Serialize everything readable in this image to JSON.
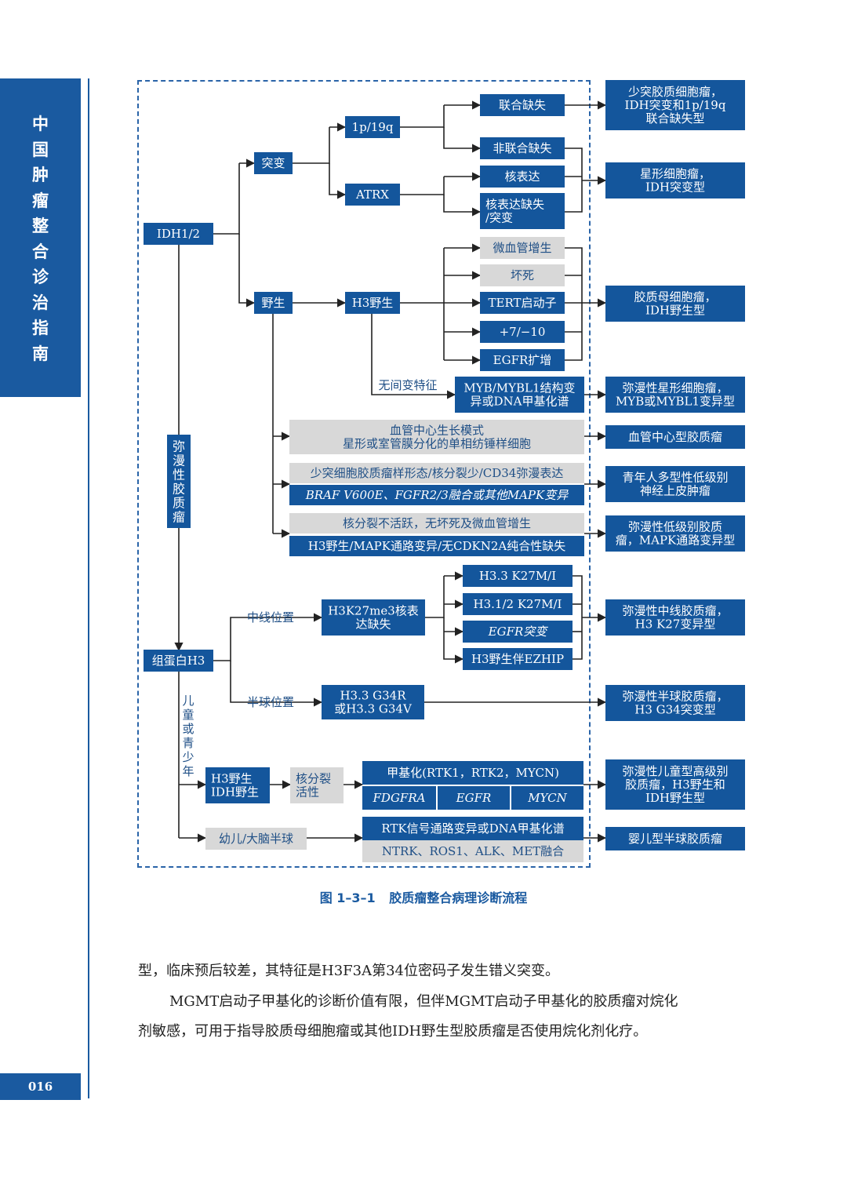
{
  "sidebar": {
    "title_chars": [
      "中",
      "国",
      "肿",
      "瘤",
      "整",
      "合",
      "诊",
      "治",
      "指",
      "南"
    ],
    "page_number": "016"
  },
  "colors": {
    "accent": "#1a5aa0",
    "box_dark": "#14569c",
    "box_light": "#d8d8d8",
    "arrow": "#222222"
  },
  "diagram": {
    "nodes": {
      "idh": "IDH1/2",
      "mut": "突变",
      "wt": "野生",
      "codel": "1p/19q",
      "atrx": "ATRX",
      "combined_loss": "联合缺失",
      "non_combined": "非联合缺失",
      "nuclear_expr": "核表达",
      "nuclear_loss_1": "核表达缺失",
      "nuclear_loss_2": "/突变",
      "h3wt": "H3野生",
      "microvasc": "微血管增生",
      "necrosis": "坏死",
      "tert": "TERT启动子",
      "chr": "+7/−10",
      "egfr_amp": "EGFR扩增",
      "no_anaplasia": "无间变特征",
      "myb_1": "MYB/MYBL1结构变",
      "myb_2": "异或DNA甲基化谱",
      "angio_1": "血管中心生长模式",
      "angio_2": "星形或室管膜分化的单相纺锤样细胞",
      "oligo_like": "少突细胞胶质瘤样形态/核分裂少/CD34弥漫表达",
      "braf": "BRAF V600E、FGFR2/3融合或其他MAPK变异",
      "low_mitosis": "核分裂不活跃，无坏死及微血管增生",
      "mapk_alt": "H3野生/MAPK通路变异/无CDKN2A纯合性缺失",
      "diffuse": "弥漫性胶质瘤",
      "histone": "组蛋白H3",
      "midline": "中线位置",
      "hemi": "半球位置",
      "k27me3_1": "H3K27me3核表",
      "k27me3_2": "达缺失",
      "h33k27": "H3.3 K27M/I",
      "h312k27": "H3.1/2 K27M/I",
      "egfr_mut": "EGFR突变",
      "ezhip": "H3野生伴EZHIP",
      "g34_1": "H3.3 G34R",
      "g34_2": "或H3.3 G34V",
      "child": "儿童或青少年",
      "h3idh_1": "H3野生",
      "h3idh_2": "IDH野生",
      "active_1": "核分裂",
      "active_2": "活性",
      "methyl": "甲基化(RTK1，RTK2，MYCN)",
      "fdgfra": "FDGFRA",
      "egfr": "EGFR",
      "mycn": "MYCN",
      "infant": "幼儿/大脑半球",
      "rtk": "RTK信号通路变异或DNA甲基化谱",
      "ntrk": "NTRK、ROS1、ALK、MET融合"
    },
    "outcomes": {
      "oligo_1": "少突胶质细胞瘤，",
      "oligo_2": "IDH突变和1p/19q",
      "oligo_3": "联合缺失型",
      "astro_1": "星形细胞瘤，",
      "astro_2": "IDH突变型",
      "gbm_1": "胶质母细胞瘤，",
      "gbm_2": "IDH野生型",
      "dastro_1": "弥漫性星形细胞瘤，",
      "dastro_2": "MYB或MYBL1变异型",
      "angiocentric": "血管中心型胶质瘤",
      "pleo_1": "青年人多型性低级别",
      "pleo_2": "神经上皮肿瘤",
      "dlgg_1": "弥漫性低级别胶质",
      "dlgg_2": "瘤，MAPK通路变异型",
      "dmg_1": "弥漫性中线胶质瘤，",
      "dmg_2": "H3 K27变异型",
      "dhg_1": "弥漫性半球胶质瘤，",
      "dhg_2": "H3 G34突变型",
      "pedhgg_1": "弥漫性儿童型高级别",
      "pedhgg_2": "胶质瘤，H3野生和",
      "pedhgg_3": "IDH野生型",
      "infant_out": "婴儿型半球胶质瘤"
    }
  },
  "caption": {
    "fig": "图 1–3–1",
    "title": "胶质瘤整合病理诊断流程"
  },
  "body": {
    "p1": "型，临床预后较差，其特征是H3F3A第34位密码子发生错义突变。",
    "p2_line1": "MGMT启动子甲基化的诊断价值有限，但伴MGMT启动子甲基化的胶质瘤对烷化",
    "p2_line2": "剂敏感，可用于指导胶质母细胞瘤或其他IDH野生型胶质瘤是否使用烷化剂化疗。"
  }
}
